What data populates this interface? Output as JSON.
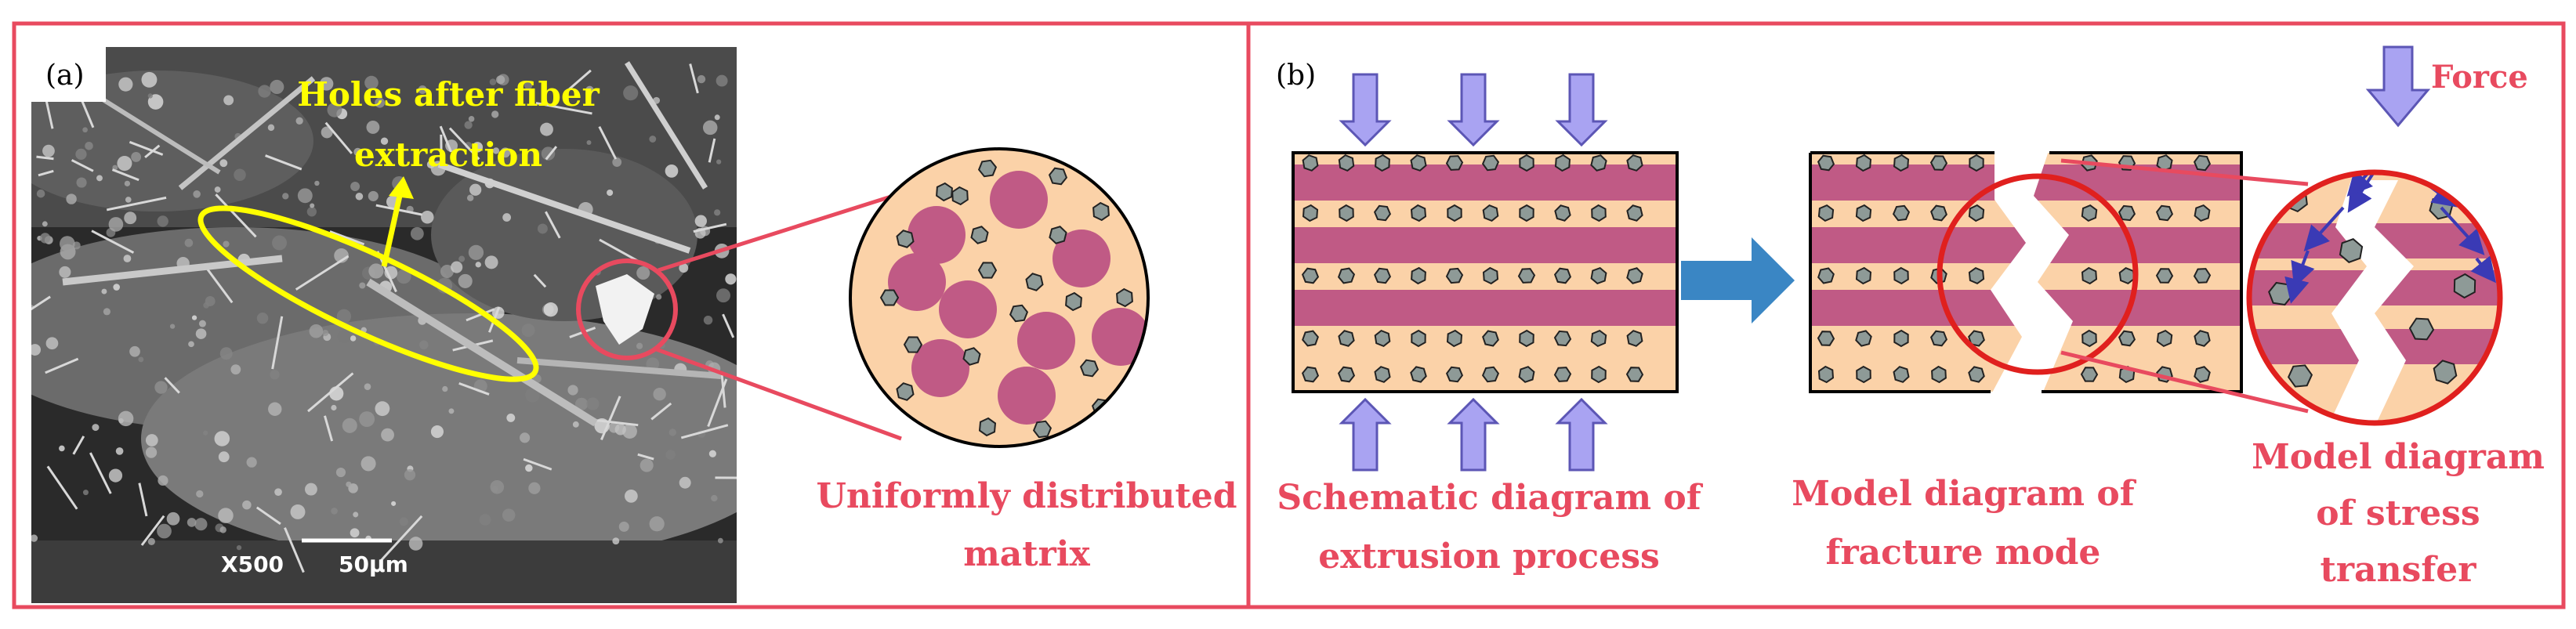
{
  "panel_a": {
    "label": "(a)",
    "sem_annotation": "Holes after fiber extraction",
    "sem_annotation_line1": "Holes after fiber",
    "sem_annotation_line2": "extraction",
    "magnification": "X500",
    "scale_bar": "50μm",
    "zoom_caption_line1": "Uniformly distributed",
    "zoom_caption_line2": "matrix"
  },
  "panel_b": {
    "label": "(b)",
    "force_label": "Force",
    "caption_extrusion_line1": "Schematic diagram of",
    "caption_extrusion_line2": "extrusion process",
    "caption_fracture_line1": "Model diagram of",
    "caption_fracture_line2": "fracture mode",
    "caption_stress_line1": "Model diagram",
    "caption_stress_line2": "of stress",
    "caption_stress_line3": "transfer"
  },
  "colors": {
    "frame": "#e84a5f",
    "matrix": "#fbd2a8",
    "fiber": "#c05a85",
    "particle": "#8e9a97",
    "force_arrow": "#a9a3f2",
    "process_arrow": "#3a86c4",
    "annotation": "#ffff00"
  }
}
